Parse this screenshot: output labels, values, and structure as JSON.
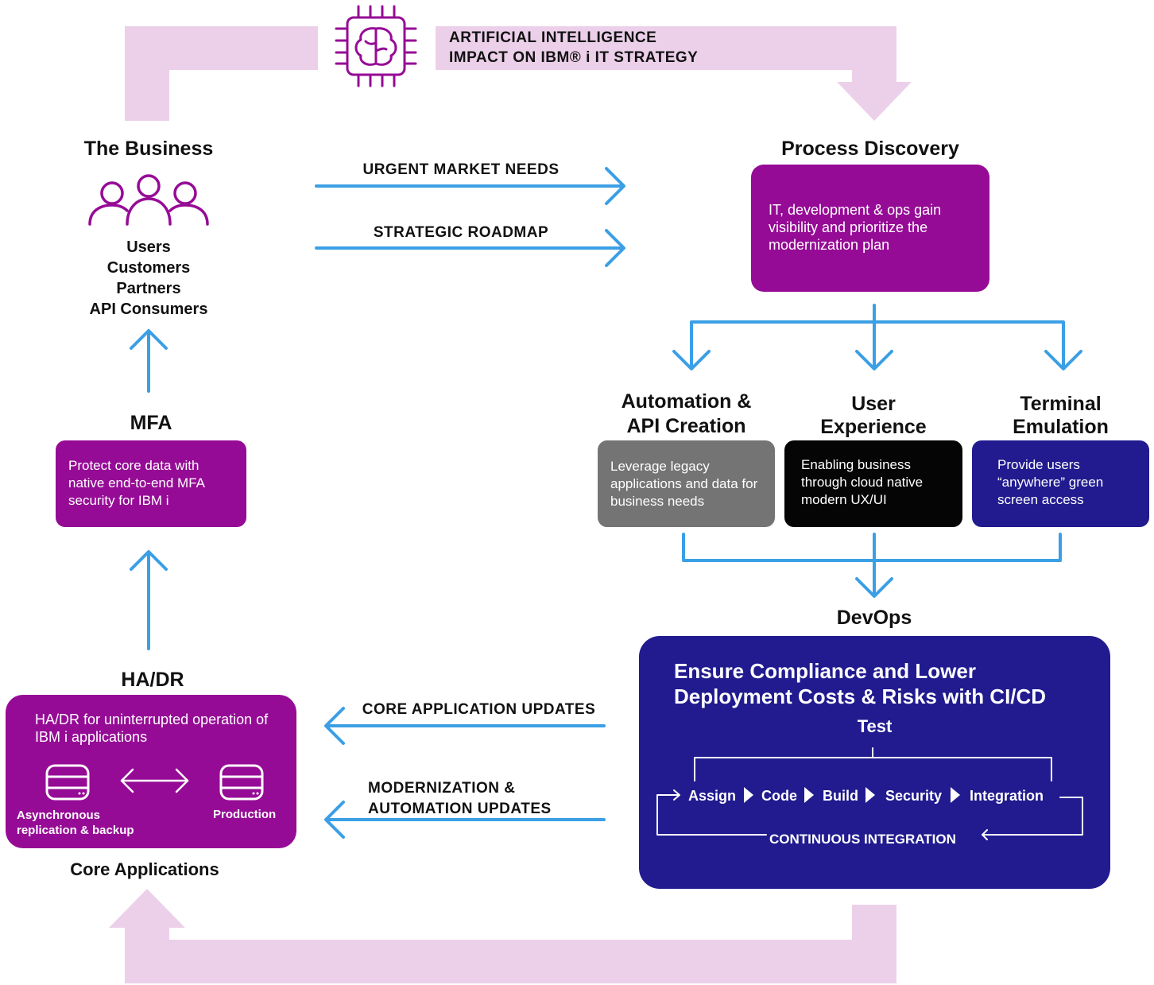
{
  "colors": {
    "loop": "#ecd0ea",
    "arrow": "#3b9fe5",
    "purple": "#960b96",
    "gray": "#747474",
    "black": "#050505",
    "navy": "#211b8f"
  },
  "ai": {
    "icon": "brain-chip-icon",
    "line1": "ARTIFICIAL INTELLIGENCE",
    "line2": "IMPACT ON IBM® i IT STRATEGY"
  },
  "business": {
    "title": "The Business",
    "icon": "users-group-icon",
    "items": [
      "Users",
      "Customers",
      "Partners",
      "API Consumers"
    ]
  },
  "flows": {
    "urgent": "URGENT MARKET NEEDS",
    "roadmap": "STRATEGIC ROADMAP",
    "core_updates": "CORE APPLICATION UPDATES",
    "modern_line1": "MODERNIZATION &",
    "modern_line2": "AUTOMATION UPDATES"
  },
  "process": {
    "title": "Process Discovery",
    "text": "IT, development & ops gain visibility and prioritize the modernization plan"
  },
  "automation": {
    "title_line1": "Automation &",
    "title_line2": "API Creation",
    "text": "Leverage legacy applications and data for business needs"
  },
  "ux": {
    "title_line1": "User",
    "title_line2": "Experience",
    "text": "Enabling business through cloud native modern UX/UI"
  },
  "terminal": {
    "title_line1": "Terminal",
    "title_line2": "Emulation",
    "text": "Provide users “anywhere” green screen access"
  },
  "mfa": {
    "title": "MFA",
    "text": "Protect core data with native end-to-end MFA security for IBM i"
  },
  "hadr": {
    "title": "HA/DR",
    "text": "HA/DR for uninterrupted operation of IBM i applications",
    "left_icon": "database-icon",
    "right_icon": "database-icon",
    "left_label_line1": "Asynchronous",
    "left_label_line2": "replication & backup",
    "right_label": "Production",
    "footer": "Core Applications"
  },
  "devops": {
    "title": "DevOps",
    "heading_line1": "Ensure Compliance and Lower",
    "heading_line2": "Deployment Costs & Risks with CI/CD",
    "test": "Test",
    "steps": [
      "Assign",
      "Code",
      "Build",
      "Security",
      "Integration"
    ],
    "loop_label": "CONTINUOUS INTEGRATION"
  }
}
